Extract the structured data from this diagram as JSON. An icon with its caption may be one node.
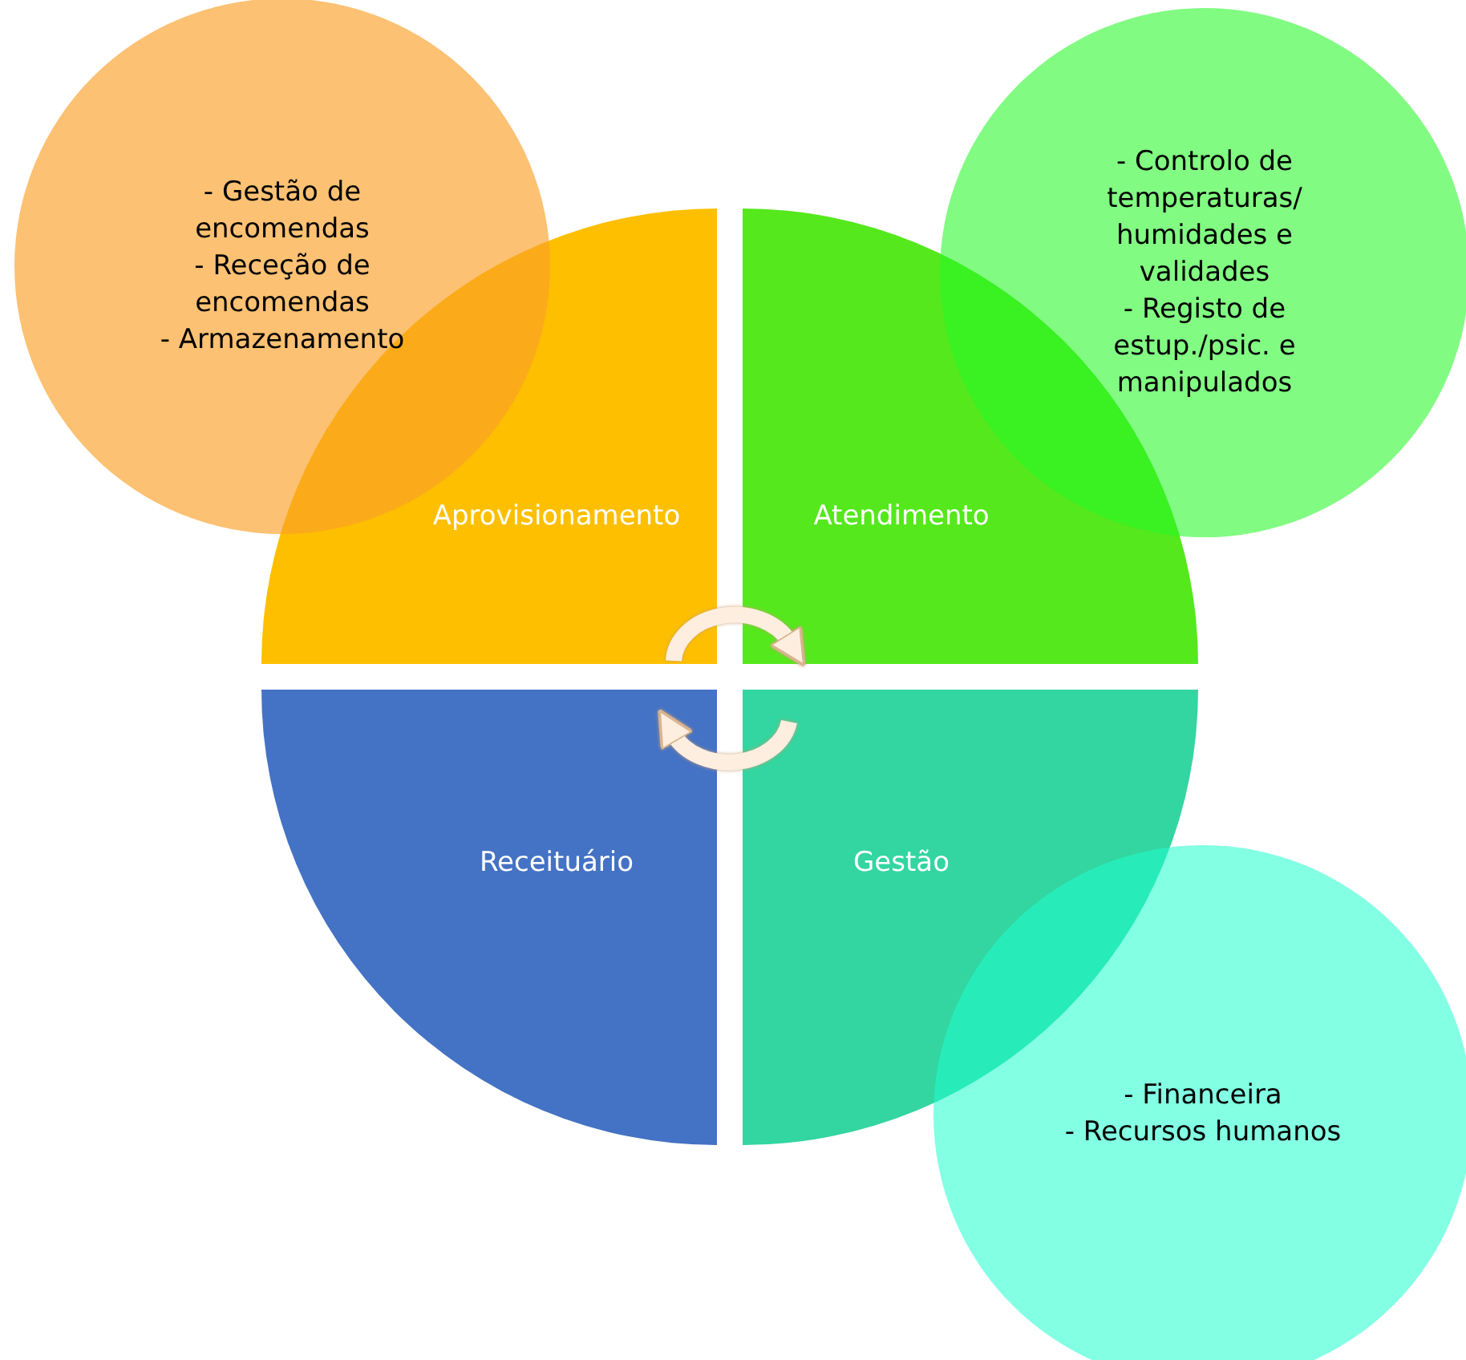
{
  "diagram": {
    "nodes": [
      {
        "text": [
          "- Gestão de encomendas",
          "- Receção de encomendas",
          "- Armazenamento"
        ]
      },
      {
        "text": [
          "- Controlo de temperaturas/ humidades e validades",
          "- Registo de estup./psic. e manipulados"
        ]
      },
      {
        "text": [
          "Aprovisionamento"
        ]
      },
      {
        "text": [
          "Atendimento"
        ]
      },
      {
        "text": [
          "Receituário"
        ]
      },
      {
        "text": [
          "Gestão"
        ]
      },
      {
        "text": [
          "- Financeira",
          "- Recursos humanos"
        ]
      }
    ],
    "edges": [
      {
        "from": 2,
        "to": 3,
        "arrow": "to"
      },
      {
        "from": 5,
        "to": 4,
        "arrow": "to"
      }
    ]
  }
}
